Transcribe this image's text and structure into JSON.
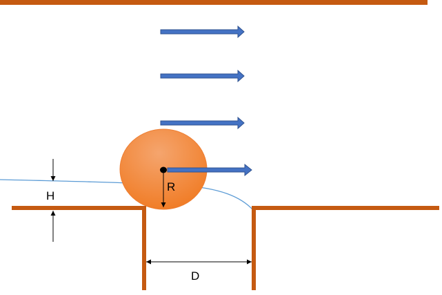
{
  "labels": {
    "radius": "R",
    "height": "H",
    "width": "D"
  },
  "colors": {
    "wall": "#C55A11",
    "ball_light": "#F4A36B",
    "ball_dark": "#F0761E",
    "arrow_fill": "#4472C4",
    "arrow_stroke": "#2F528F",
    "curve": "#5B9BD5",
    "dimension": "#000000"
  }
}
